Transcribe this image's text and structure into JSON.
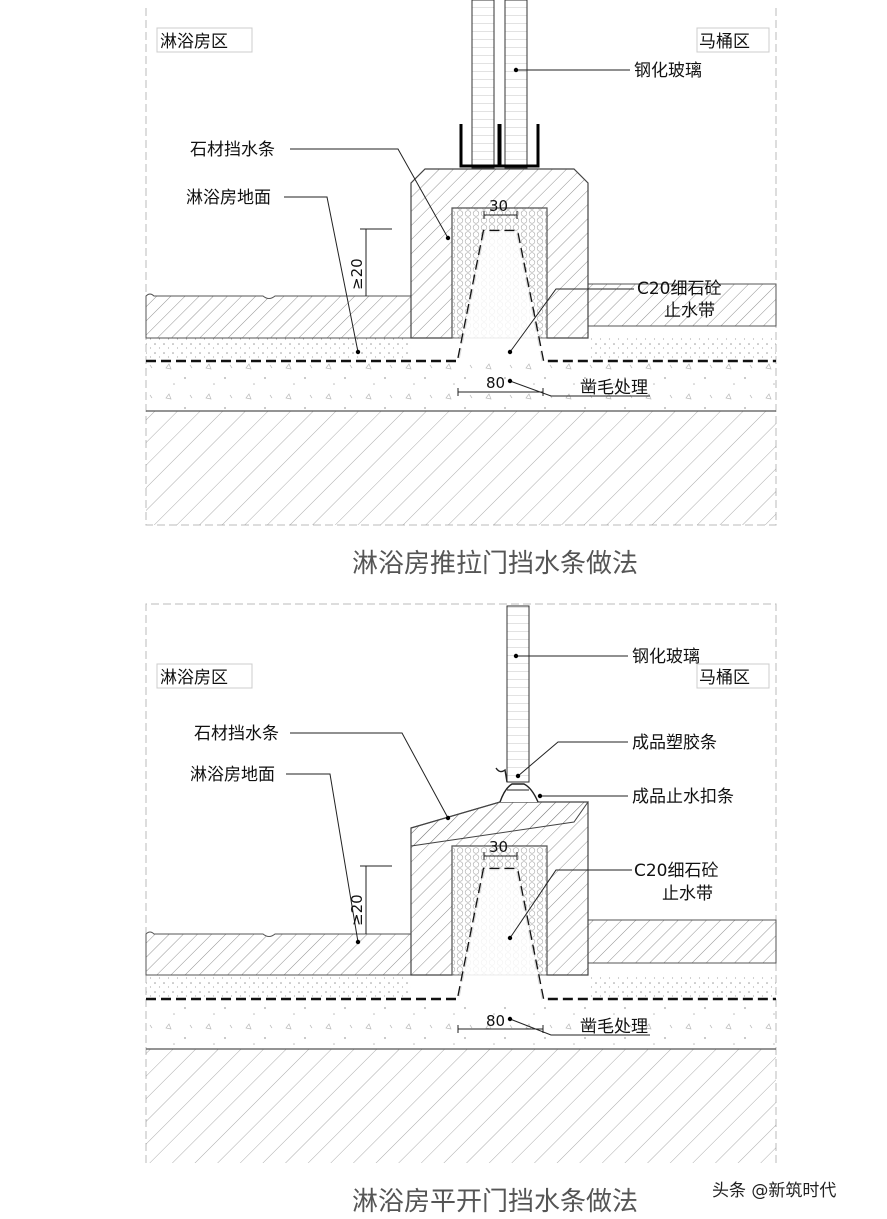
{
  "watermark": "头条 @新筑时代",
  "figures": [
    {
      "caption": "淋浴房推拉门挡水条做法",
      "zone_left": "淋浴房区",
      "zone_right": "马桶区",
      "labels": {
        "glass": "钢化玻璃",
        "stone_strip": "石材挡水条",
        "floor": "淋浴房地面",
        "c20_line1": "C20细石砼",
        "c20_line2": "止水带",
        "rough": "凿毛处理"
      },
      "dims": {
        "top": "30",
        "bottom": "80",
        "height": "≥20"
      }
    },
    {
      "caption": "淋浴房平开门挡水条做法",
      "zone_left": "淋浴房区",
      "zone_right": "马桶区",
      "labels": {
        "glass": "钢化玻璃",
        "stone_strip": "石材挡水条",
        "floor": "淋浴房地面",
        "plastic_strip": "成品塑胶条",
        "seal_strip": "成品止水扣条",
        "c20_line1": "C20细石砼",
        "c20_line2": "止水带",
        "rough": "凿毛处理"
      },
      "dims": {
        "top": "30",
        "bottom": "80",
        "height": "≥20"
      }
    }
  ]
}
